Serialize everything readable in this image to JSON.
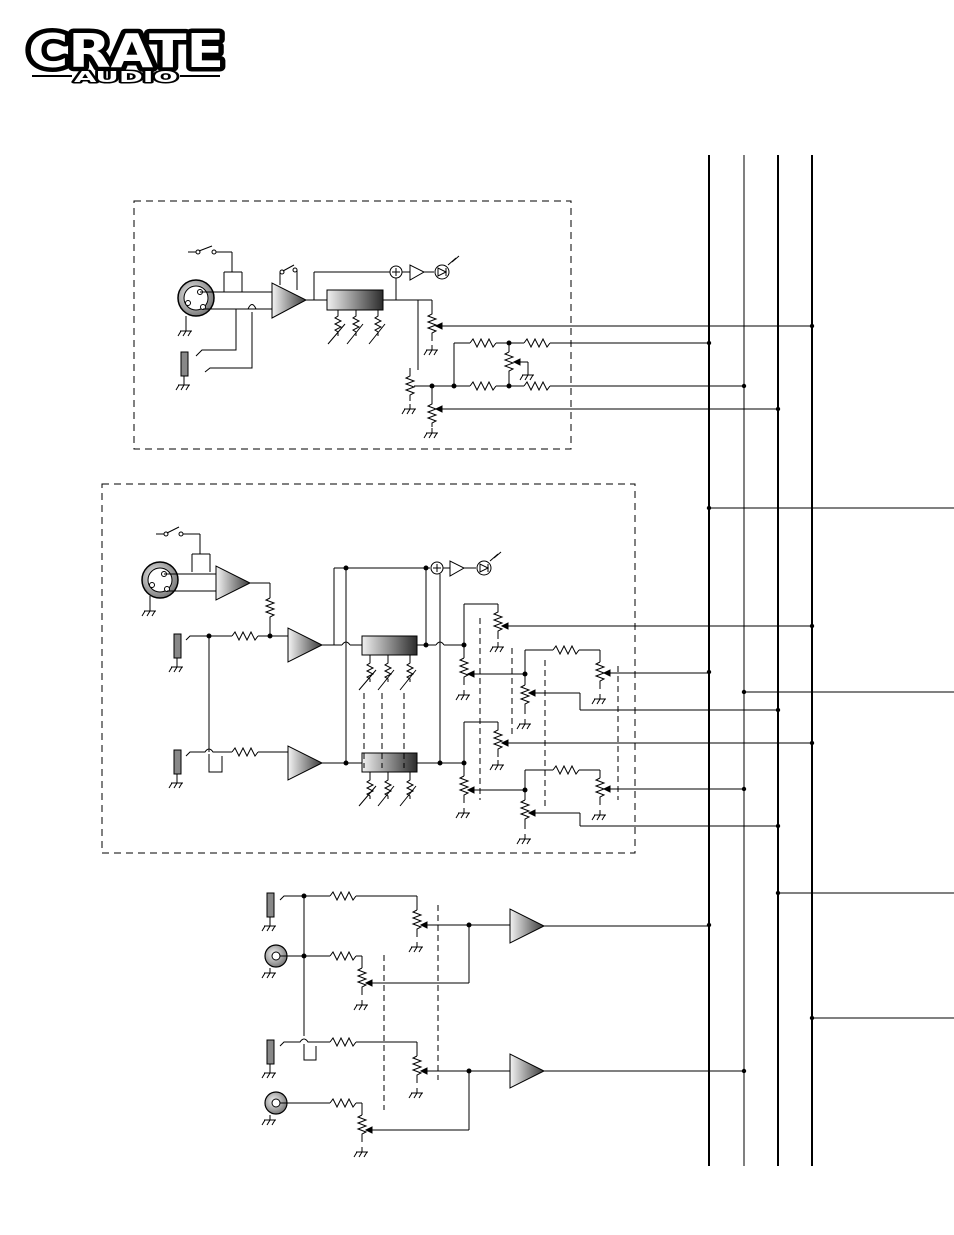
{
  "brand": {
    "name": "CRATE",
    "subname": "AUDIO"
  },
  "diagram": {
    "type": "block-diagram",
    "sections": [
      "mono-mic-channel",
      "stereo-channel",
      "aux-inputs"
    ],
    "bus_count": 4,
    "line_color": "#000000",
    "component_gradient": [
      "#ffffff",
      "#333333"
    ]
  }
}
